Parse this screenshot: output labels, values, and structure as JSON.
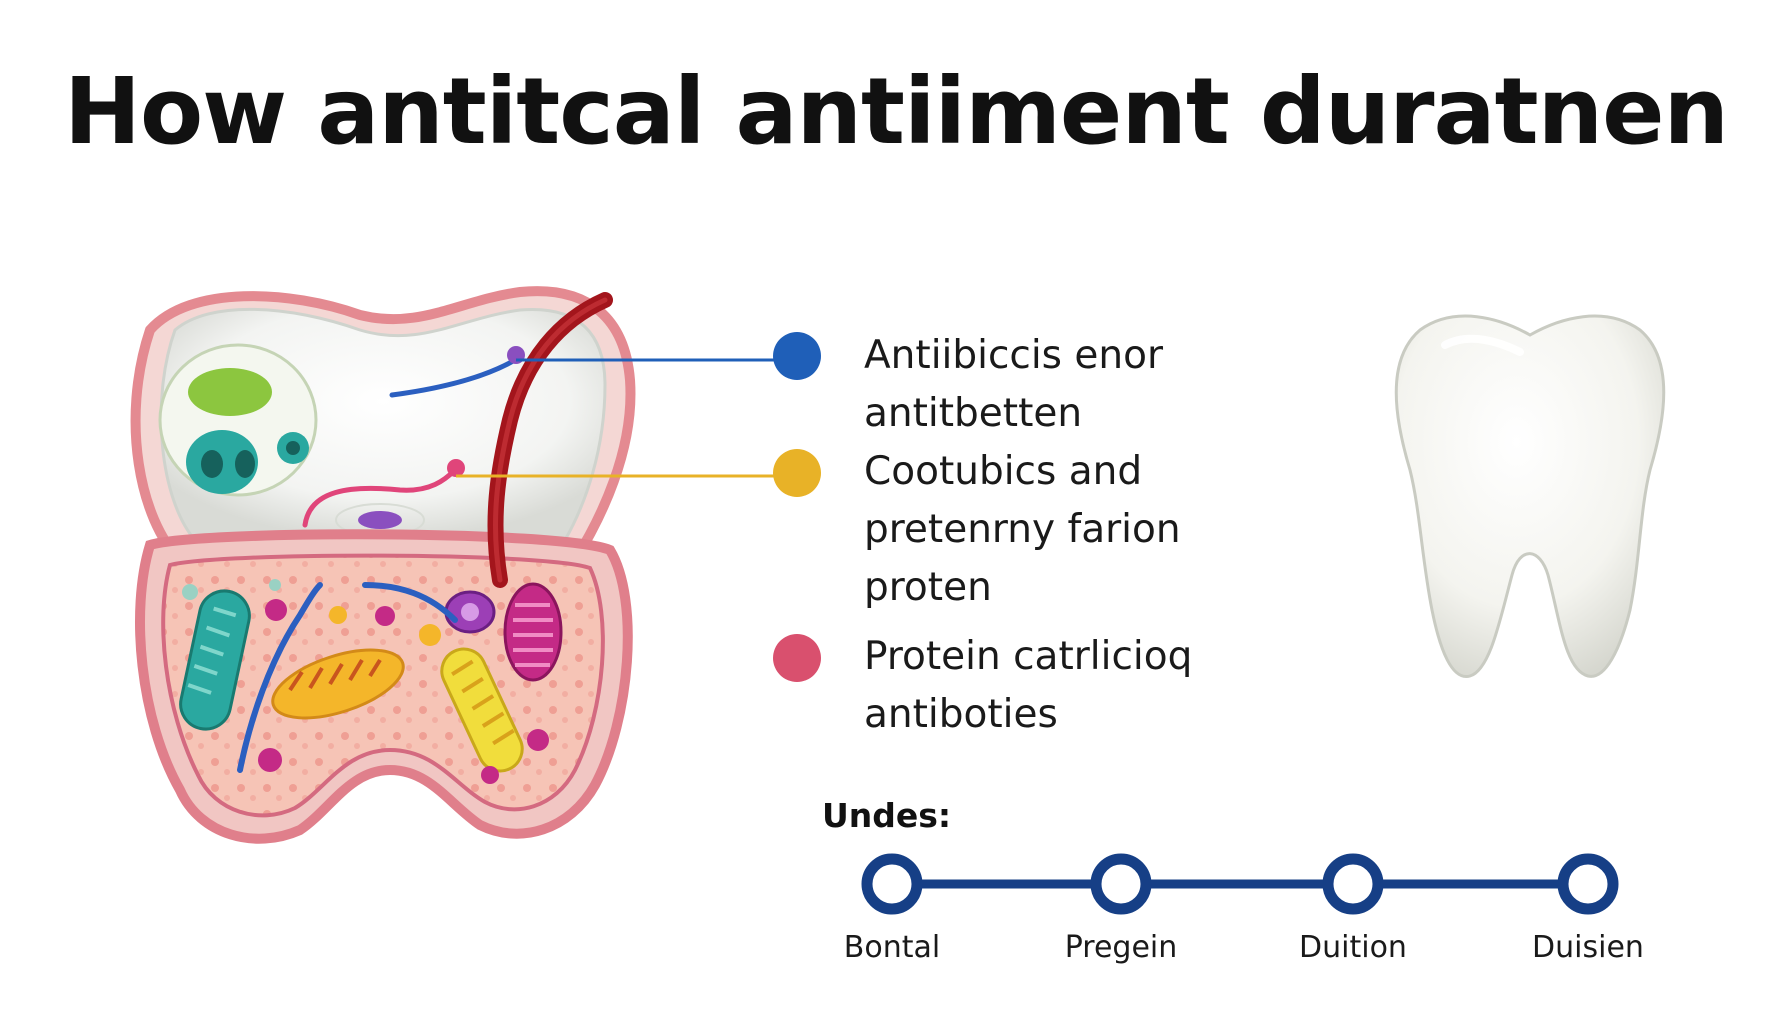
{
  "title": "How antitcal antiiment duratnen",
  "legend": [
    {
      "lines": [
        "Antiibiccis enor",
        "antitbetten"
      ],
      "color": "#1f5fb8"
    },
    {
      "lines": [
        "Cootubics and",
        "pretenrny farion",
        "proten"
      ],
      "color": "#e8b227"
    },
    {
      "lines": [
        "Protein catrlicioq",
        "antiboties"
      ],
      "color": "#d9506e"
    }
  ],
  "units": {
    "label": "Undes:",
    "steps": [
      "Bontal",
      "Pregein",
      "Duition",
      "Duisien"
    ],
    "color": "#163f86"
  },
  "illustration": {
    "left": "tooth-cross-section-icon",
    "right": "molar-tooth-icon"
  }
}
